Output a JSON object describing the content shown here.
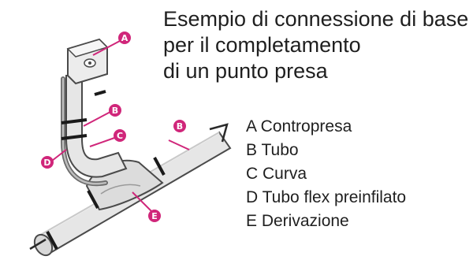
{
  "title": {
    "lines": [
      "Esempio di connessione di base",
      "per il completamento",
      "di un punto presa"
    ]
  },
  "legend": [
    {
      "text": "A Contropresa"
    },
    {
      "text": "B Tubo"
    },
    {
      "text": "C Curva"
    },
    {
      "text": "D Tubo flex preinfilato"
    },
    {
      "text": "E Derivazione"
    }
  ],
  "callouts": {
    "a": "A",
    "b_main": "B",
    "b_vertical": "B",
    "c": "C",
    "d": "D",
    "e": "E"
  },
  "colors": {
    "callout": "#d0267a",
    "pipe_stroke": "#4a4a4a",
    "pipe_fill": "#e6e6e6",
    "clamp": "#1a1a1a",
    "text": "#1f1f1f"
  }
}
